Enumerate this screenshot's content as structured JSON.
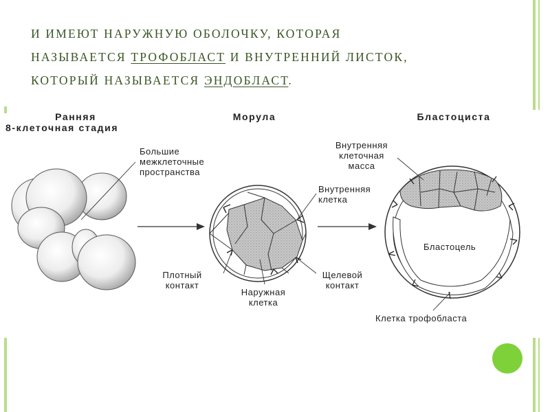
{
  "heading": {
    "line1": "и имеют наружную оболочку, которая",
    "line2_a": "называется ",
    "line2_term": "трофобласт",
    "line2_b": " и внутренний листок,",
    "line3_a": "который называется ",
    "line3_term": "эндобласт",
    "line3_b": "."
  },
  "diagram": {
    "stage_early_line1": "Ранняя",
    "stage_early_line2": "8-клеточная стадия",
    "stage_morula": "Морула",
    "stage_blastocyst": "Бластоциста",
    "label_intercellular_1": "Большие",
    "label_intercellular_2": "межклеточные",
    "label_intercellular_3": "пространства",
    "label_inner_cell_1": "Внутренняя",
    "label_inner_cell_2": "клетка",
    "label_tight_1": "Плотный",
    "label_tight_2": "контакт",
    "label_outer_cell_1": "Наружная",
    "label_outer_cell_2": "клетка",
    "label_gap_1": "Щелевой",
    "label_gap_2": "контакт",
    "label_icm_1": "Внутренняя",
    "label_icm_2": "клеточная",
    "label_icm_3": "масса",
    "label_blastocoel": "Бластоцель",
    "label_trophoblast_cell": "Клетка трофобласта"
  },
  "colors": {
    "frame": "#b9dd8a",
    "dot": "#7fd13a",
    "heading": "#3a5524"
  }
}
